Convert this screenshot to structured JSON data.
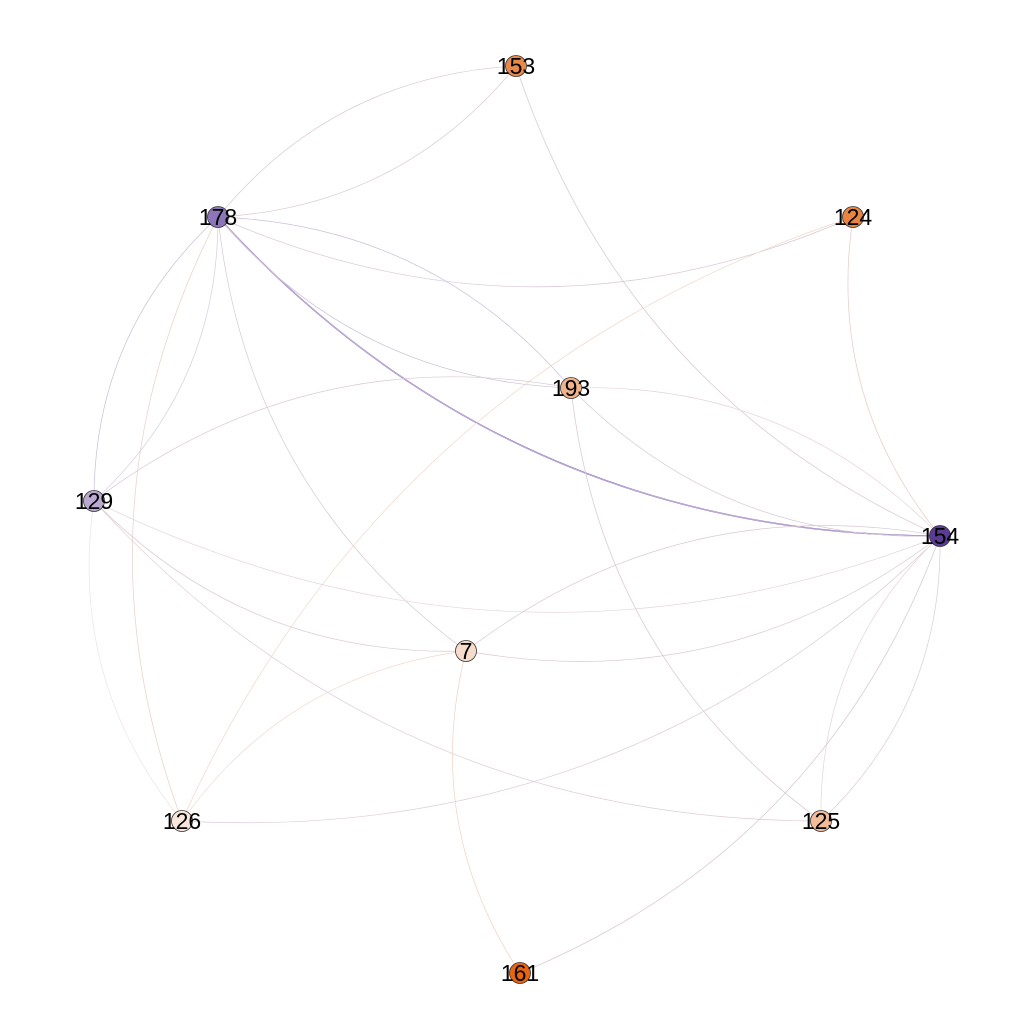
{
  "graph": {
    "nodes": [
      {
        "id": "153",
        "label": "153",
        "color": "#e8894a"
      },
      {
        "id": "124",
        "label": "124",
        "color": "#e8843f"
      },
      {
        "id": "178",
        "label": "178",
        "color": "#8c75b8"
      },
      {
        "id": "193",
        "label": "193",
        "color": "#f0b48c"
      },
      {
        "id": "129",
        "label": "129",
        "color": "#b9a9d0"
      },
      {
        "id": "154",
        "label": "154",
        "color": "#5a3c96"
      },
      {
        "id": "7",
        "label": "7",
        "color": "#f6dccb"
      },
      {
        "id": "126",
        "label": "126",
        "color": "#f8e6da"
      },
      {
        "id": "125",
        "label": "125",
        "color": "#f2bc98"
      },
      {
        "id": "161",
        "label": "161",
        "color": "#e8650f"
      }
    ],
    "edges": [
      {
        "source": "178",
        "target": "154",
        "color": "#7a5cb8",
        "weight": "strong"
      },
      {
        "source": "178",
        "target": "153",
        "color": "#d8c8d4",
        "weight": "faint"
      },
      {
        "source": "153",
        "target": "178",
        "color": "#d8c8d4",
        "weight": "faint"
      },
      {
        "source": "178",
        "target": "124",
        "color": "#d8c8d4",
        "weight": "faint"
      },
      {
        "source": "178",
        "target": "193",
        "color": "#c9bdd6",
        "weight": "faint"
      },
      {
        "source": "193",
        "target": "178",
        "color": "#c9bdd6",
        "weight": "faint"
      },
      {
        "source": "178",
        "target": "129",
        "color": "#c9bdd6",
        "weight": "faint"
      },
      {
        "source": "129",
        "target": "178",
        "color": "#d6cce0",
        "weight": "faint"
      },
      {
        "source": "178",
        "target": "7",
        "color": "#d8c8d4",
        "weight": "faint"
      },
      {
        "source": "178",
        "target": "126",
        "color": "#e8cfc8",
        "weight": "faint"
      },
      {
        "source": "178",
        "target": "154",
        "color": "#d8c8d4",
        "weight": "faint"
      },
      {
        "source": "153",
        "target": "154",
        "color": "#d6c4d2",
        "weight": "faint"
      },
      {
        "source": "124",
        "target": "154",
        "color": "#e6c9c4",
        "weight": "faint"
      },
      {
        "source": "124",
        "target": "126",
        "color": "#eed8cc",
        "weight": "faint"
      },
      {
        "source": "193",
        "target": "129",
        "color": "#d8c8d4",
        "weight": "faint"
      },
      {
        "source": "193",
        "target": "154",
        "color": "#d8c8d4",
        "weight": "faint"
      },
      {
        "source": "193",
        "target": "125",
        "color": "#d6c4d2",
        "weight": "faint"
      },
      {
        "source": "154",
        "target": "193",
        "color": "#e6d2d6",
        "weight": "faint"
      },
      {
        "source": "129",
        "target": "7",
        "color": "#d8c8d4",
        "weight": "faint"
      },
      {
        "source": "129",
        "target": "125",
        "color": "#dccbd6",
        "weight": "faint"
      },
      {
        "source": "129",
        "target": "154",
        "color": "#e3d4dc",
        "weight": "faint"
      },
      {
        "source": "129",
        "target": "126",
        "color": "#efe2e4",
        "weight": "faint"
      },
      {
        "source": "7",
        "target": "154",
        "color": "#d8c8d4",
        "weight": "faint"
      },
      {
        "source": "154",
        "target": "7",
        "color": "#d8c8d4",
        "weight": "faint"
      },
      {
        "source": "7",
        "target": "126",
        "color": "#efd9cf",
        "weight": "faint"
      },
      {
        "source": "7",
        "target": "161",
        "color": "#f0d2c0",
        "weight": "faint"
      },
      {
        "source": "126",
        "target": "154",
        "color": "#dcccd8",
        "weight": "faint"
      },
      {
        "source": "125",
        "target": "154",
        "color": "#dccbd6",
        "weight": "faint"
      },
      {
        "source": "154",
        "target": "125",
        "color": "#e6d2d6",
        "weight": "faint"
      },
      {
        "source": "161",
        "target": "154",
        "color": "#d6c4d2",
        "weight": "faint"
      }
    ]
  }
}
